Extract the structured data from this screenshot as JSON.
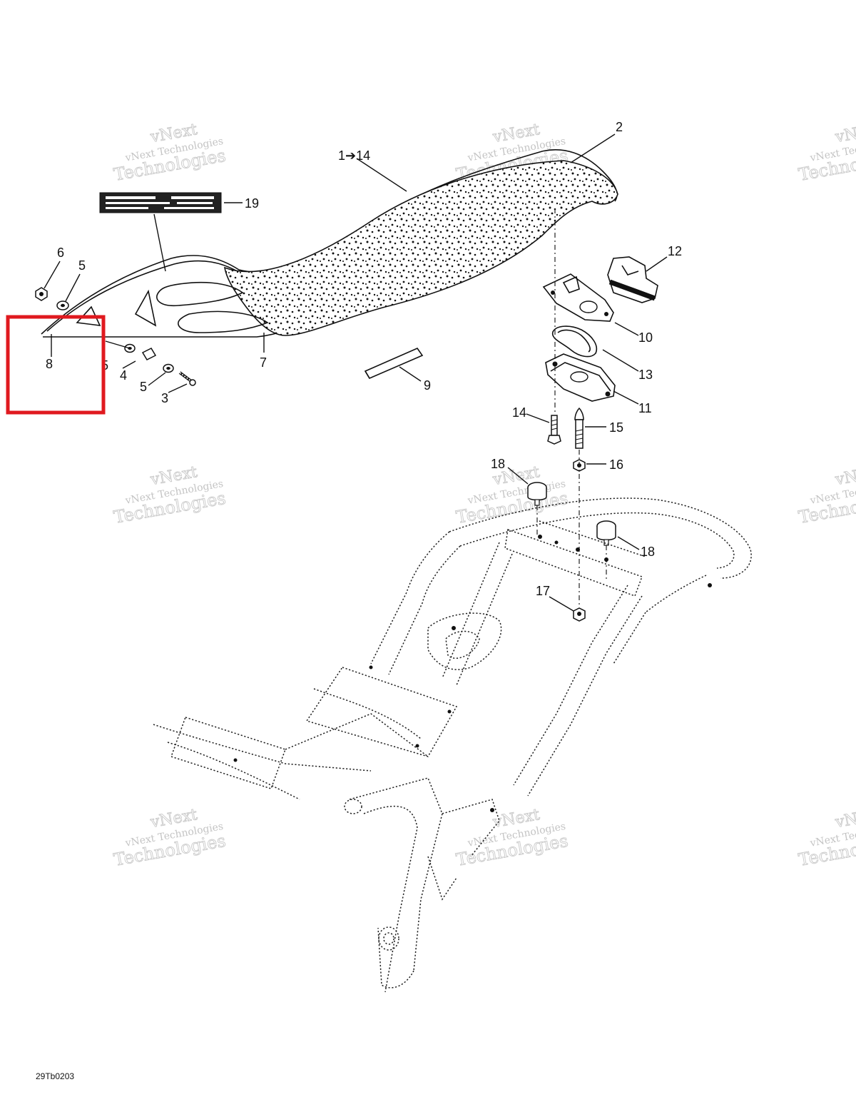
{
  "diagram": {
    "reference_code": "29Tb0203",
    "watermark": {
      "line1": "vNext",
      "line2": "vNext Technologies",
      "line3": "Technologies"
    },
    "callouts": {
      "c1to14": "1➔14",
      "c2": "2",
      "c3": "3",
      "c4": "4",
      "c5a": "5",
      "c5b": "5",
      "c5c": "5",
      "c6": "6",
      "c7": "7",
      "c8": "8",
      "c9": "9",
      "c10": "10",
      "c11": "11",
      "c12": "12",
      "c13": "13",
      "c14": "14",
      "c15": "15",
      "c16": "16",
      "c17": "17",
      "c18a": "18",
      "c18b": "18",
      "c19": "19"
    },
    "highlight_color": "#e0191f"
  }
}
